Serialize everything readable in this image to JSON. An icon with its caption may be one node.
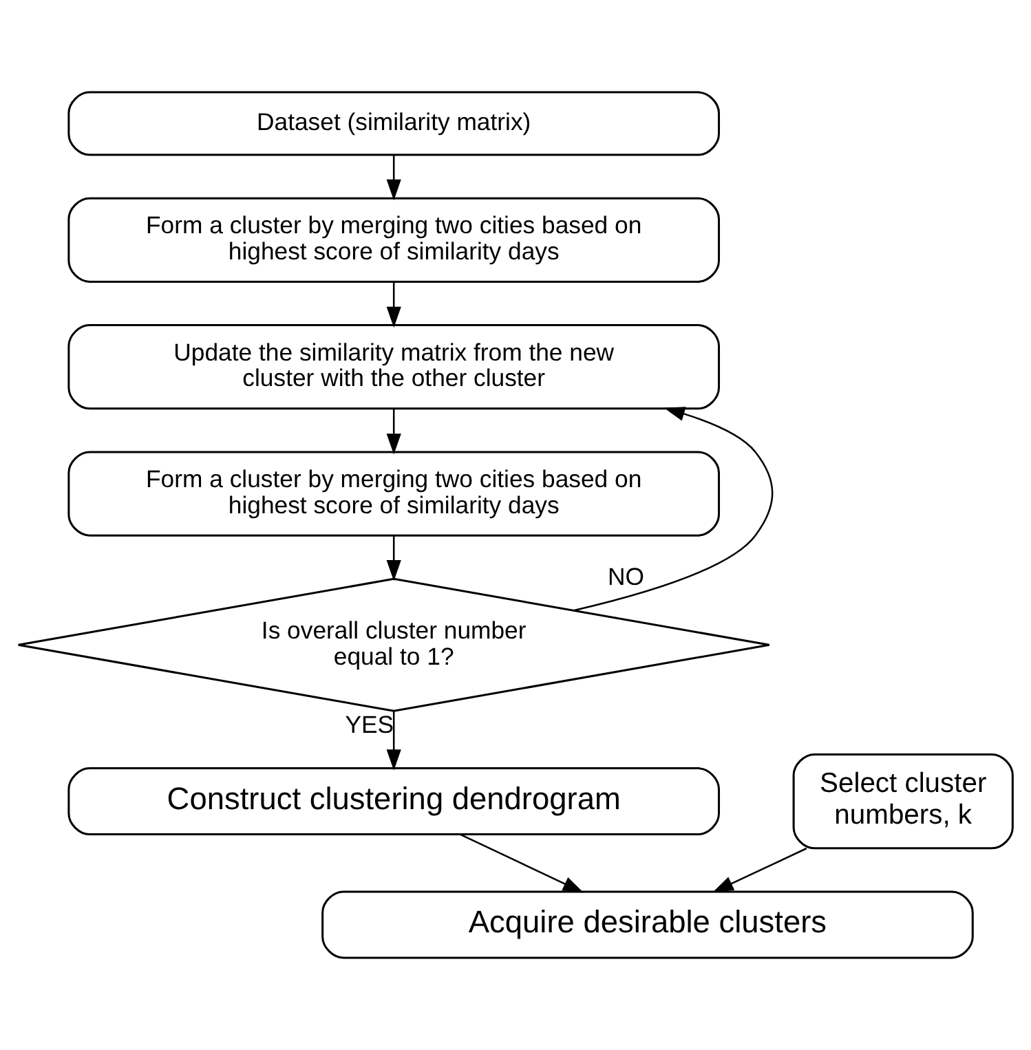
{
  "diagram": {
    "nodes": [
      {
        "text": [
          "Dataset (similarity matrix)"
        ]
      },
      {
        "text": [
          "Form a cluster by merging two cities based on highest score of similarity days"
        ]
      },
      {
        "text": [
          "Update the similarity matrix from the new cluster with the other cluster"
        ]
      },
      {
        "text": [
          "Form a cluster by merging two cities based on highest score of similarity days"
        ]
      },
      {
        "text": [
          "Is overall cluster number equal to 1?"
        ]
      },
      {
        "text": [
          "Construct clustering dendrogram"
        ]
      },
      {
        "text": [
          "Select cluster numbers, k"
        ]
      },
      {
        "text": [
          "Acquire desirable clusters"
        ]
      }
    ],
    "edges": [
      {
        "from": 0,
        "to": 1,
        "arrow": "to"
      },
      {
        "from": 1,
        "to": 2,
        "arrow": "to"
      },
      {
        "from": 2,
        "to": 3,
        "arrow": "to"
      },
      {
        "from": 3,
        "to": 4,
        "arrow": "to"
      },
      {
        "from": 4,
        "to": 2,
        "arrow": "to",
        "label": "NO"
      },
      {
        "from": 4,
        "to": 5,
        "arrow": "to",
        "label": "YES"
      },
      {
        "from": 5,
        "to": 7,
        "arrow": "to"
      },
      {
        "from": 6,
        "to": 7,
        "arrow": "to"
      }
    ]
  }
}
